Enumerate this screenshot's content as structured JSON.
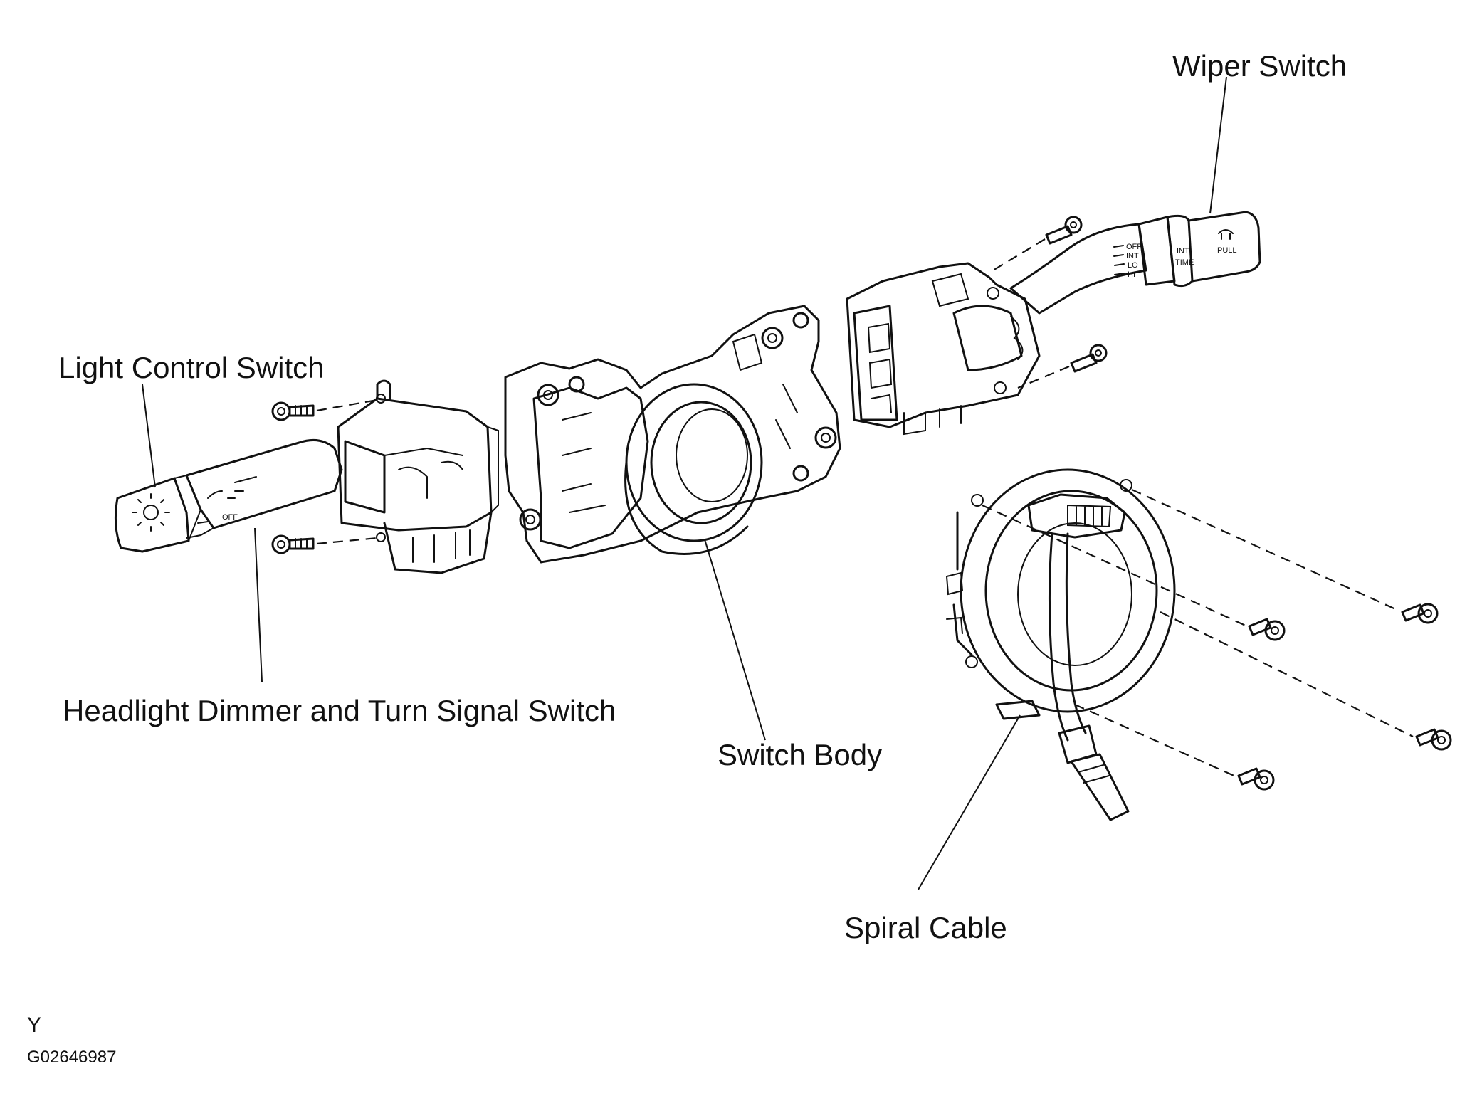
{
  "labels": {
    "wiper_switch": "Wiper Switch",
    "light_control_switch": "Light Control Switch",
    "headlight_dimmer_turn_signal_switch": "Headlight Dimmer and Turn Signal  Switch",
    "switch_body": "Switch Body",
    "spiral_cable": "Spiral Cable"
  },
  "lever_markings": {
    "wiper_positions": [
      "OFF",
      "INT",
      "LO",
      "HI"
    ],
    "wiper_int_time": [
      "INT",
      "TIME"
    ],
    "wiper_pull": "PULL",
    "light_off": "OFF"
  },
  "footer": {
    "code_letter": "Y",
    "figure_id": "G02646987"
  }
}
